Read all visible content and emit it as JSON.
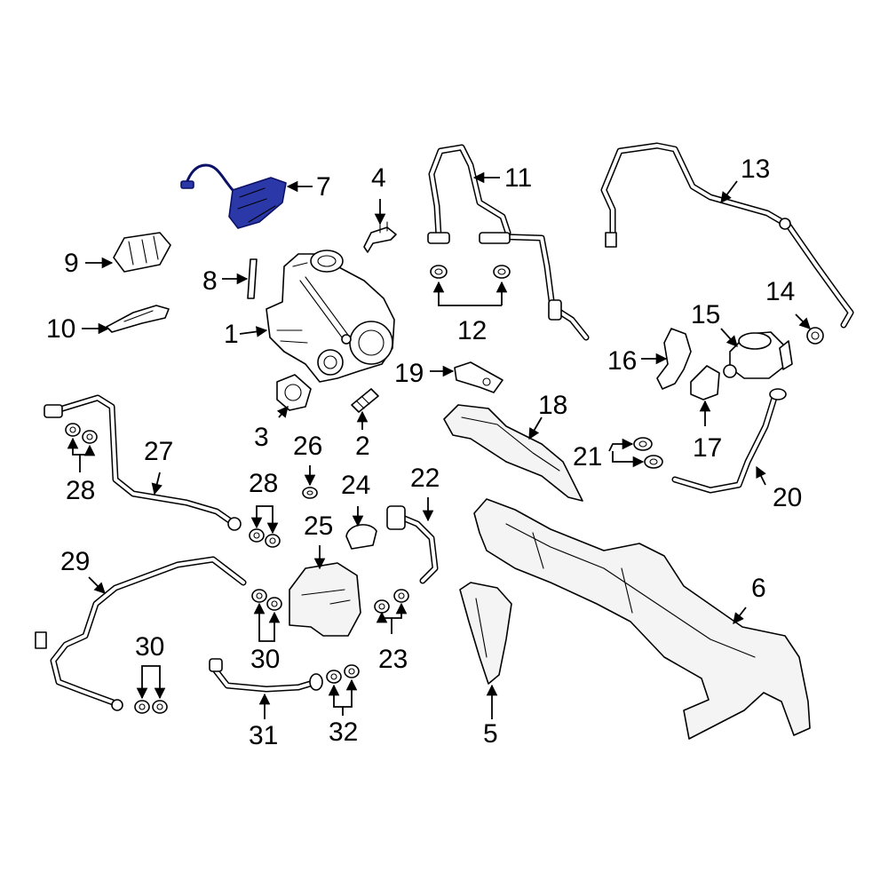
{
  "diagram": {
    "highlight_color": "#2b38a8",
    "callouts": [
      "1",
      "2",
      "3",
      "4",
      "5",
      "6",
      "7",
      "8",
      "9",
      "10",
      "11",
      "12",
      "13",
      "14",
      "15",
      "16",
      "17",
      "18",
      "19",
      "20",
      "21",
      "22",
      "23",
      "24",
      "25",
      "26",
      "27",
      "28",
      "28",
      "29",
      "30",
      "30",
      "31",
      "32"
    ]
  }
}
